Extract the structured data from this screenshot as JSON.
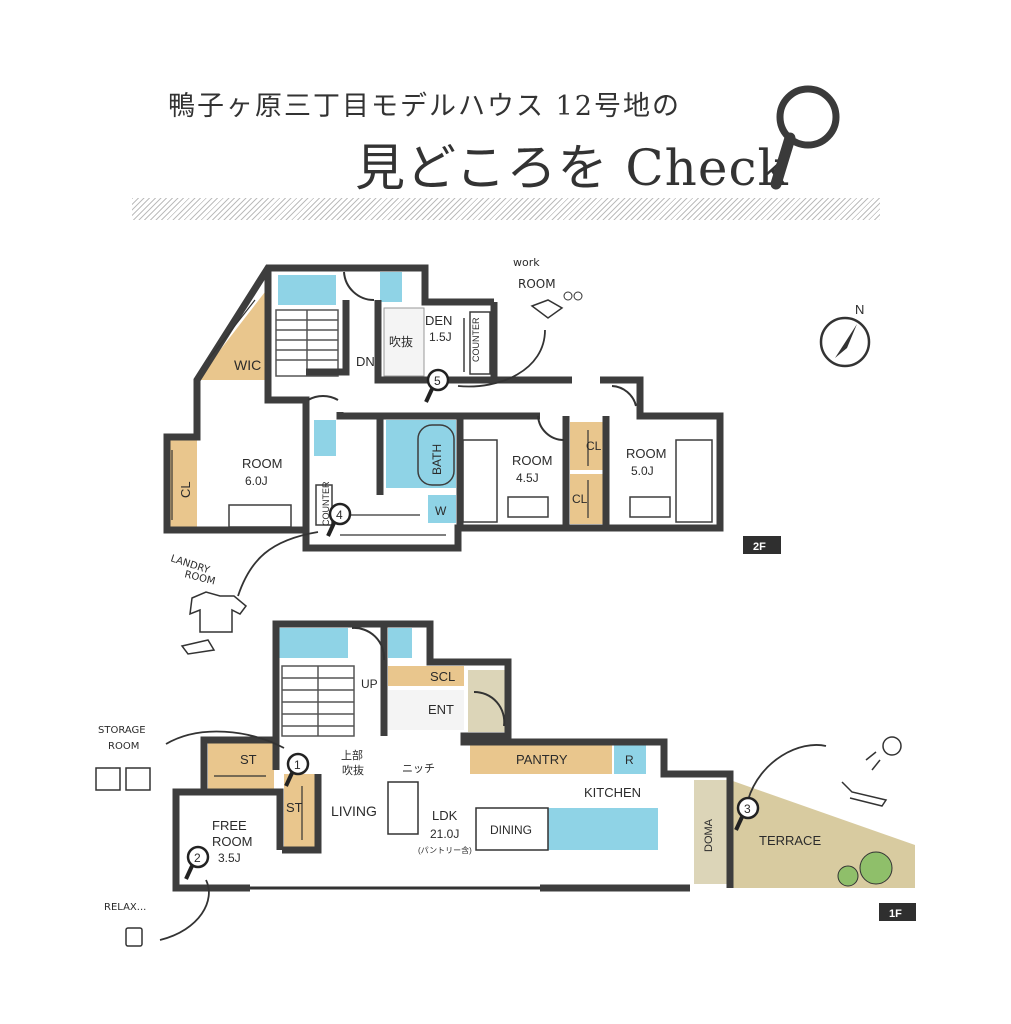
{
  "header": {
    "subtitle": "鴨子ヶ原三丁目モデルハウス 12号地の",
    "title": "見どころを Check"
  },
  "floor2": {
    "badge": "2F",
    "rooms": {
      "wic": "WIC",
      "dn": "DN",
      "fukinuke": "吹抜",
      "den": "DEN",
      "den_size": "1.5J",
      "den_counter": "COUNTER",
      "room_west": "ROOM",
      "room_west_size": "6.0J",
      "cl_west": "CL",
      "counter": "COUNTER",
      "bath": "BATH",
      "w": "W",
      "room_mid": "ROOM",
      "room_mid_size": "4.5J",
      "cl_top": "CL",
      "cl_bottom": "CL",
      "room_east": "ROOM",
      "room_east_size": "5.0J"
    },
    "callouts": {
      "work_room_1": "work",
      "work_room_2": "ROOM",
      "laundry_1": "LANDRY",
      "laundry_2": "ROOM"
    }
  },
  "floor1": {
    "badge": "1F",
    "rooms": {
      "up": "UP",
      "scl": "SCL",
      "ent": "ENT",
      "fukinuke_1": "上部",
      "fukinuke_2": "吹抜",
      "niche": "ニッチ",
      "pantry": "PANTRY",
      "r": "R",
      "st_top": "ST",
      "st_mid": "ST",
      "living": "LIVING",
      "ldk": "LDK",
      "ldk_size": "21.0J",
      "ldk_note": "(パントリー含)",
      "kitchen": "KITCHEN",
      "dining": "DINING",
      "free_room_1": "FREE",
      "free_room_2": "ROOM",
      "free_room_size": "3.5J",
      "doma": "DOMA",
      "terrace": "TERRACE"
    },
    "callouts": {
      "storage_1": "STORAGE",
      "storage_2": "ROOM",
      "relax": "RELAX..."
    }
  },
  "markers": [
    "1",
    "2",
    "3",
    "4",
    "5"
  ],
  "compass": "N",
  "colors": {
    "wall": "#3d3d3d",
    "closet": "#e9c68d",
    "water": "#8fd3e6",
    "doma": "#dcd5b8",
    "terrace": "#d8cba0",
    "hatch": "#bdbdbd"
  }
}
